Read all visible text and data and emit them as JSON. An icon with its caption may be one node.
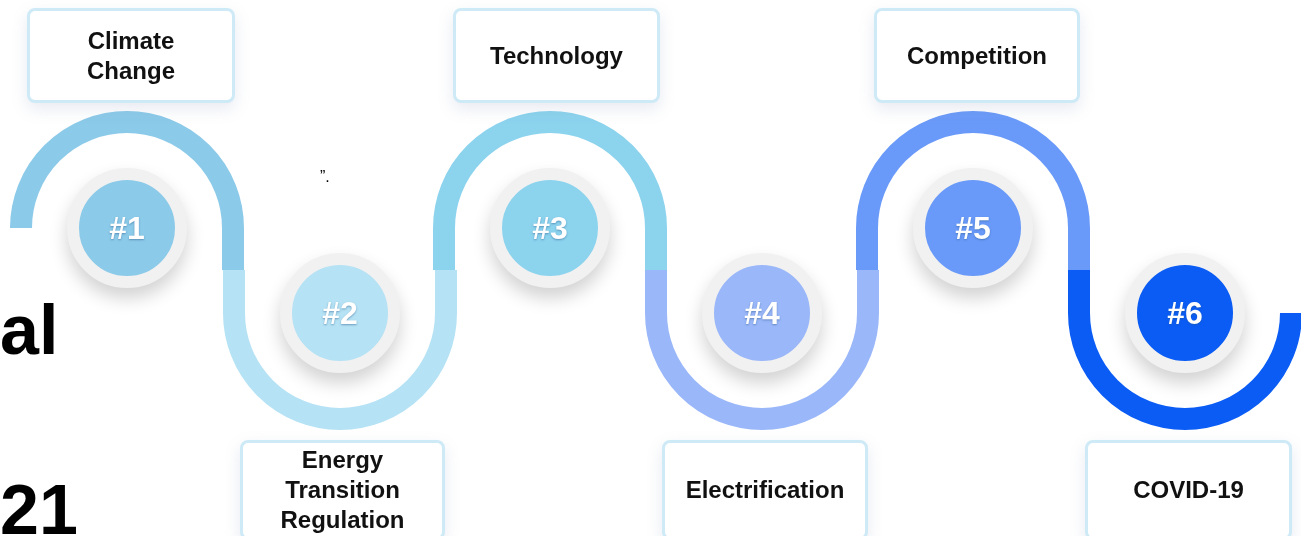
{
  "diagram": {
    "nodes": [
      {
        "text": [
          "Climate Change"
        ]
      },
      {
        "text": [
          "#1"
        ]
      },
      {
        "text": [
          "Energy Transition Regulation"
        ]
      },
      {
        "text": [
          "#2"
        ]
      },
      {
        "text": [
          "Technology"
        ]
      },
      {
        "text": [
          "#3"
        ]
      },
      {
        "text": [
          "Electrification"
        ]
      },
      {
        "text": [
          "#4"
        ]
      },
      {
        "text": [
          "Competition"
        ]
      },
      {
        "text": [
          "#5"
        ]
      },
      {
        "text": [
          "COVID-19"
        ]
      },
      {
        "text": [
          "#6"
        ]
      }
    ],
    "edges": [],
    "labels": [
      "”.",
      "al",
      "21"
    ]
  }
}
